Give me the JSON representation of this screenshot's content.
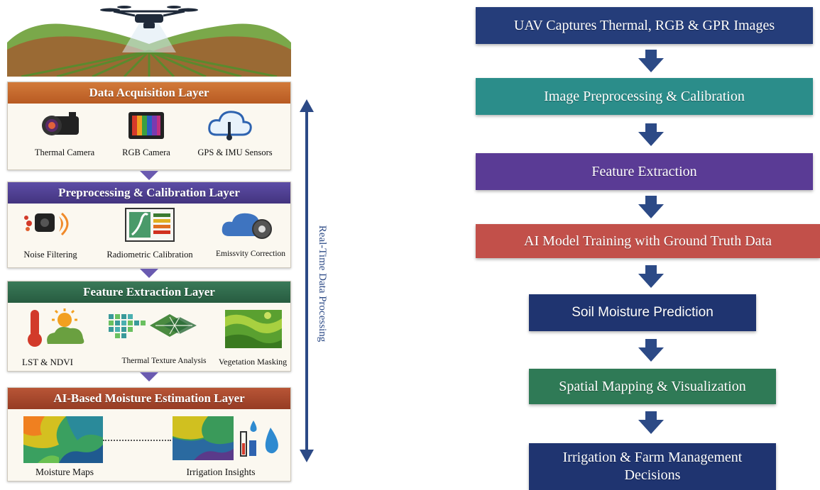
{
  "left_panel": {
    "side_label": "Real-Time Data Processing",
    "layers": [
      {
        "title": "Data Acquisition Layer",
        "color": "#c5672a",
        "items": [
          {
            "label": "Thermal Camera",
            "icon": "thermal-camera-icon"
          },
          {
            "label": "RGB Camera",
            "icon": "rgb-camera-icon"
          },
          {
            "label": "GPS & IMU Sensors",
            "icon": "cloud-sensor-icon"
          }
        ]
      },
      {
        "title": "Preprocessing & Calibration Layer",
        "color": "#4f3f96",
        "items": [
          {
            "label": "Noise Filtering",
            "icon": "noise-filter-icon"
          },
          {
            "label": "Radiometric Calibration",
            "icon": "calibration-chart-icon"
          },
          {
            "label": "Emissvity Correction",
            "icon": "cloud-gear-icon"
          }
        ]
      },
      {
        "title": "Feature Extraction Layer",
        "color": "#2f6e4e",
        "items": [
          {
            "label": "LST & NDVI",
            "icon": "thermometer-sun-icon"
          },
          {
            "label": "Thermal Texture Analysis",
            "icon": "texture-network-icon"
          },
          {
            "label": "Vegetation Masking",
            "icon": "vegetation-map-icon"
          }
        ]
      },
      {
        "title": "AI-Based Moisture Estimation Layer",
        "color": "#a8472e",
        "items": [
          {
            "label": "Moisture Maps",
            "icon": "moisture-map-icon"
          },
          {
            "label": "Irrigation Insights",
            "icon": "irrigation-map-icon"
          }
        ]
      }
    ]
  },
  "flow": {
    "steps": [
      {
        "label": "UAV Captures Thermal, RGB & GPR Images",
        "color": "#253d7a"
      },
      {
        "label": "Image Preprocessing & Calibration",
        "color": "#2b8d8a"
      },
      {
        "label": "Feature Extraction",
        "color": "#5a3b95"
      },
      {
        "label": "AI Model Training with Ground Truth Data",
        "color": "#c2504a"
      },
      {
        "label": "Soil Moisture Prediction",
        "color": "#1f3470"
      },
      {
        "label": "Spatial Mapping & Visualization",
        "color": "#2f7a56"
      },
      {
        "label": "Irrigation & Farm Management Decisions",
        "color": "#1f3470"
      }
    ],
    "arrow_color": "#2c4a86"
  }
}
